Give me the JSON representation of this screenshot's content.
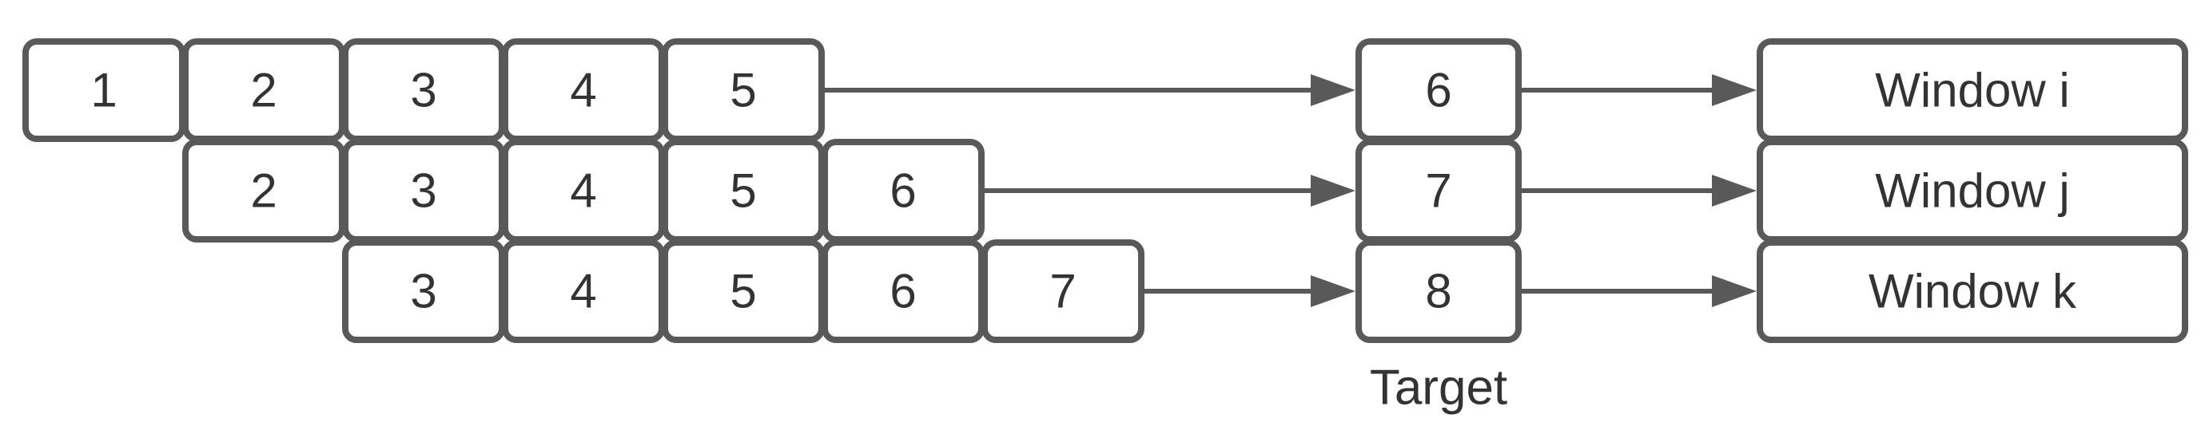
{
  "windows": [
    {
      "inputs": [
        "1",
        "2",
        "3",
        "4",
        "5"
      ],
      "target": "6",
      "output": "Window i"
    },
    {
      "inputs": [
        "2",
        "3",
        "4",
        "5",
        "6"
      ],
      "target": "7",
      "output": "Window j"
    },
    {
      "inputs": [
        "3",
        "4",
        "5",
        "6",
        "7"
      ],
      "target": "8",
      "output": "Window k"
    }
  ],
  "target_label": "Target",
  "colors": {
    "stroke": "#595959",
    "text": "#333333",
    "fill": "#ffffff"
  }
}
